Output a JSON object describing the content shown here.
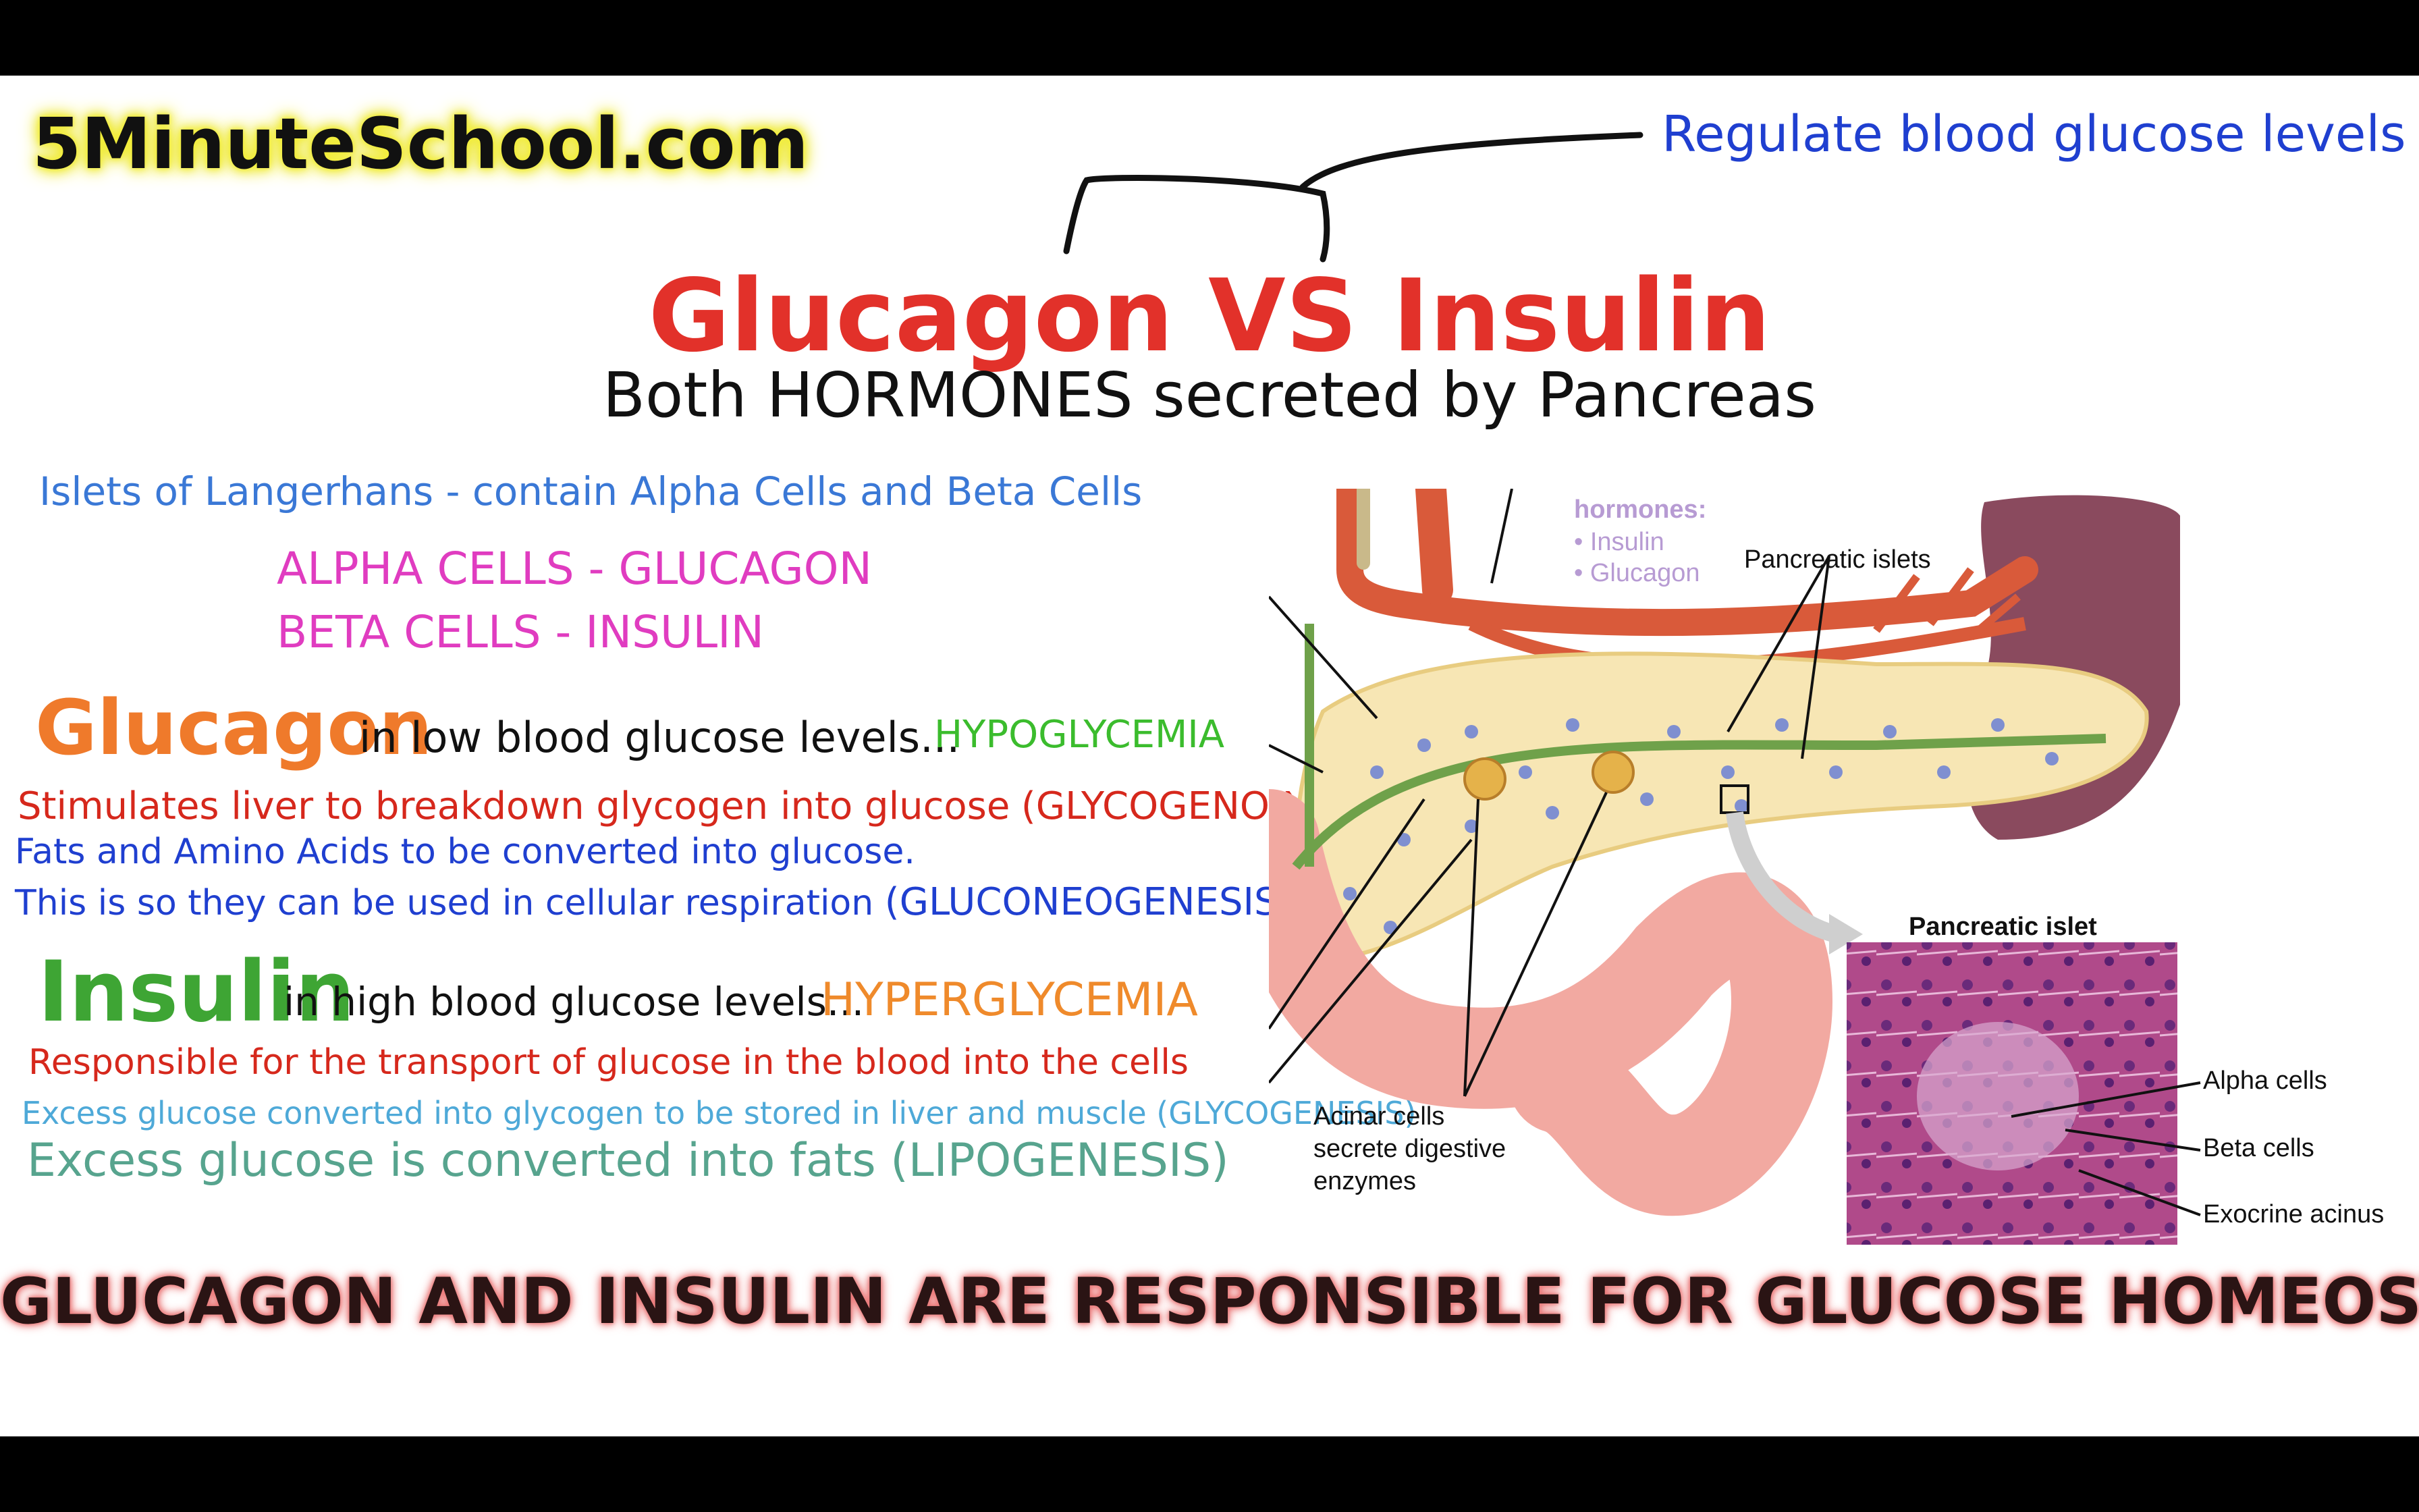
{
  "logo": "5MinuteSchool.com",
  "regulate": "Regulate blood glucose levels",
  "title": "Glucagon VS Insulin",
  "subtitle": "Both HORMONES secreted by Pancreas",
  "islets_line": "Islets of Langerhans - contain Alpha Cells and Beta Cells",
  "alpha_line": "ALPHA CELLS - GLUCAGON",
  "beta_line": "BETA CELLS - INSULIN",
  "glucagon": {
    "word": "Glucagon",
    "condition": "in low blood glucose levels...",
    "tag": "HYPOGLYCEMIA",
    "line1": "Stimulates liver to breakdown glycogen into glucose",
    "line1_tag": "(GLYCOGENOLYSIS)",
    "line2": "Fats and Amino Acids to be converted into glucose.",
    "line3": "This is so they can be used in cellular respiration",
    "line3_tag": "(GLUCONEOGENESIS)"
  },
  "insulin": {
    "word": "Insulin",
    "condition": "in high blood glucose levels...",
    "tag": "HYPERGLYCEMIA",
    "line1": "Responsible for the transport of glucose in the blood into the cells",
    "line2": "Excess glucose converted into glycogen to be stored in liver and muscle (GLYCOGENESIS)",
    "line3": "Excess glucose is converted into fats (LIPOGENESIS)"
  },
  "bottom_line": "GLUCAGON AND INSULIN ARE RESPONSIBLE FOR GLUCOSE HOMEOSTASIS",
  "diagram": {
    "hormones_label": "hormones:",
    "hormone_insulin": "• Insulin",
    "hormone_glucagon": "• Glucagon",
    "pancreatic_islets": "Pancreatic islets",
    "pancreatic_islet": "Pancreatic islet",
    "alpha_cells": "Alpha cells",
    "beta_cells": "Beta cells",
    "exocrine_acinus": "Exocrine acinus",
    "acinar_1": "Acinar cells",
    "acinar_2": "secrete digestive",
    "acinar_3": "enzymes"
  },
  "colors": {
    "title_red": "#e2312a",
    "blue": "#1f3fd0",
    "magenta": "#e03cc0",
    "orange": "#ef7a2b",
    "green": "#3ea534"
  }
}
